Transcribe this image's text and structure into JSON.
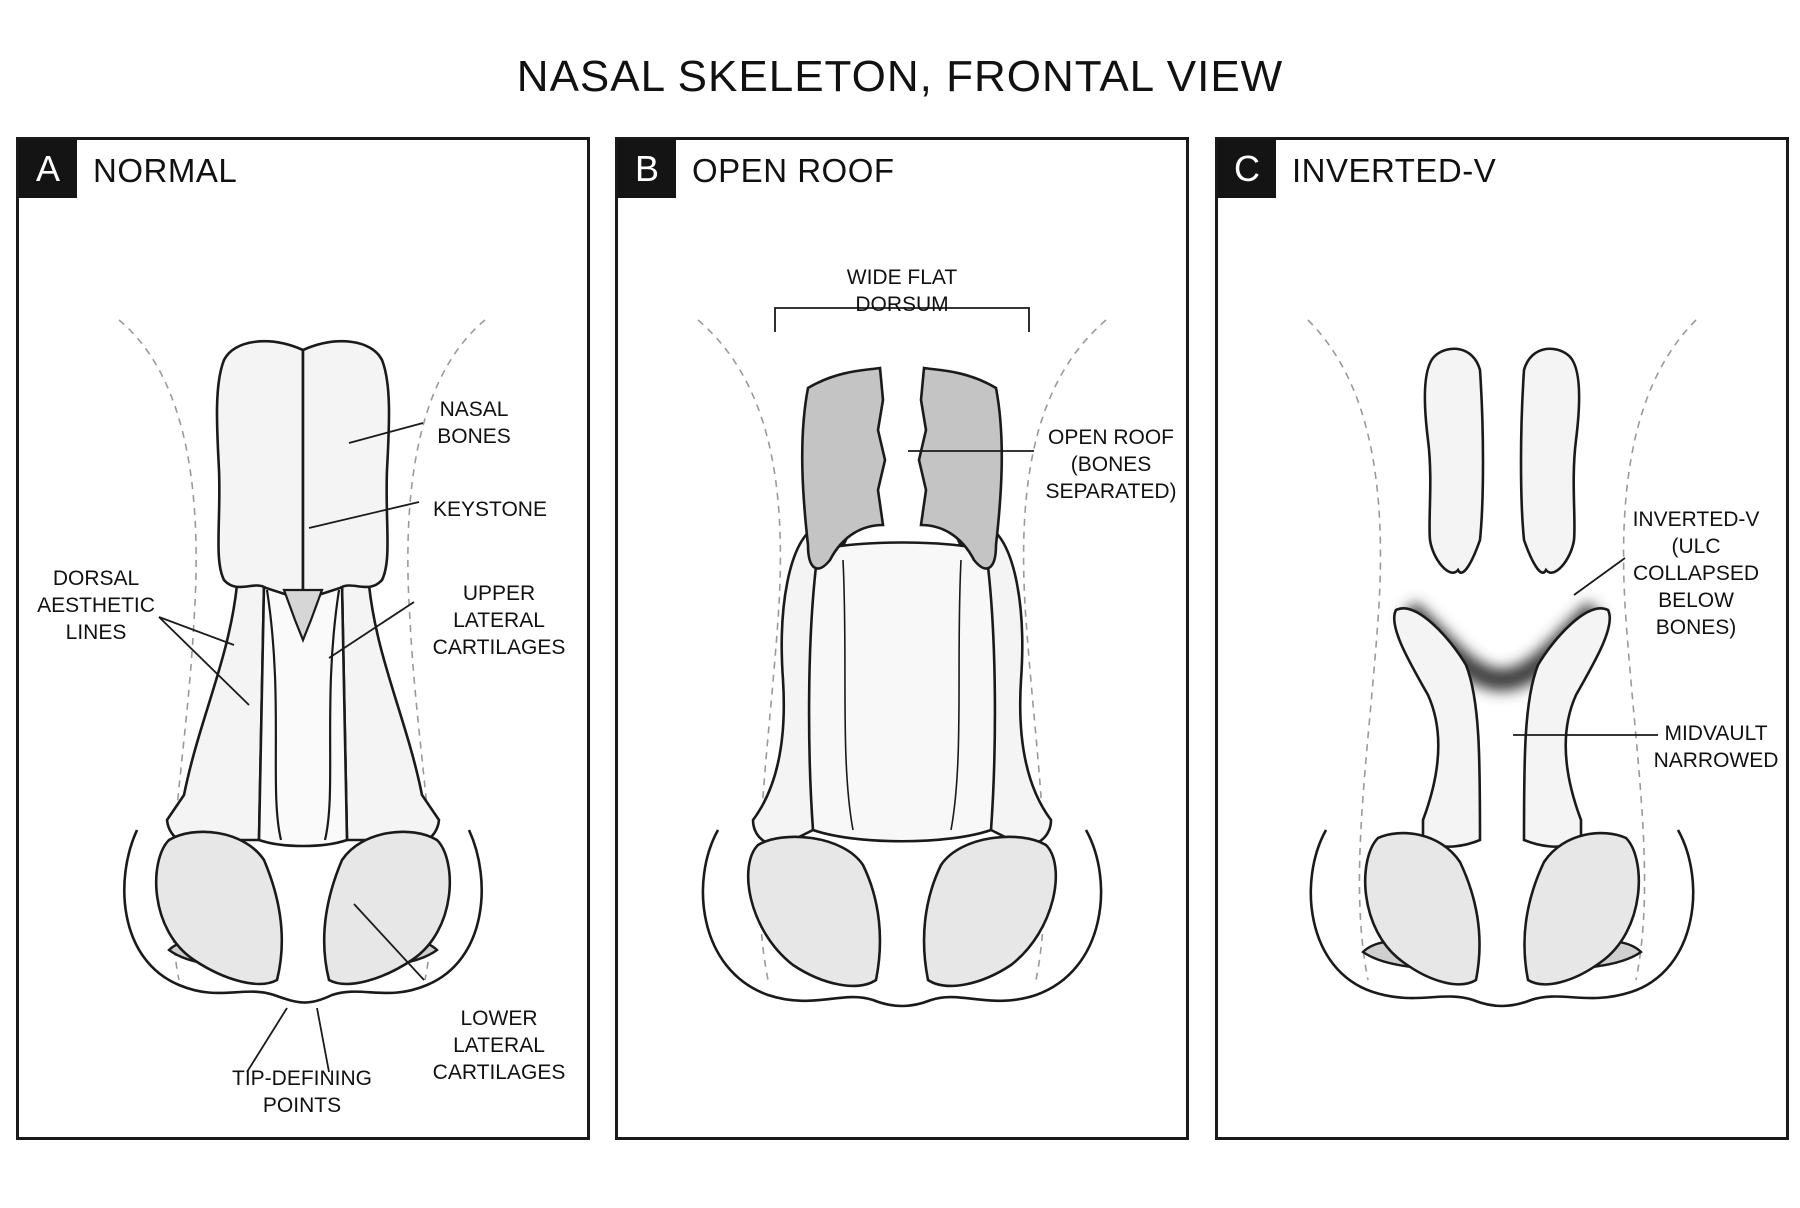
{
  "title": "NASAL SKELETON, FRONTAL VIEW",
  "panels": [
    {
      "letter": "A",
      "title": "NORMAL",
      "labels": {
        "nasal_bones": "NASAL\nBONES",
        "keystone": "KEYSTONE",
        "dorsal_lines": "DORSAL\nAESTHETIC\nLINES",
        "upper_lateral": "UPPER\nLATERAL\nCARTILAGES",
        "lower_lateral": "LOWER\nLATERAL\nCARTILAGES",
        "tip_points": "TIP-DEFINING\nPOINTS"
      }
    },
    {
      "letter": "B",
      "title": "OPEN ROOF",
      "labels": {
        "wide_flat": "WIDE FLAT\nDORSUM",
        "open_roof": "OPEN ROOF\n(BONES\nSEPARATED)"
      }
    },
    {
      "letter": "C",
      "title": "INVERTED-V",
      "labels": {
        "inverted_v": "INVERTED-V\n(ULC\nCOLLAPSED\nBELOW\nBONES)",
        "midvault": "MIDVAULT\nNARROWED"
      }
    }
  ],
  "colors": {
    "line": "#1a1a1a",
    "bone_fill": "#f4f4f4",
    "shade": "#d9d9d9",
    "open_roof_fill": "#c4c4c4",
    "collapse_shadow": "#3a3a3a"
  }
}
